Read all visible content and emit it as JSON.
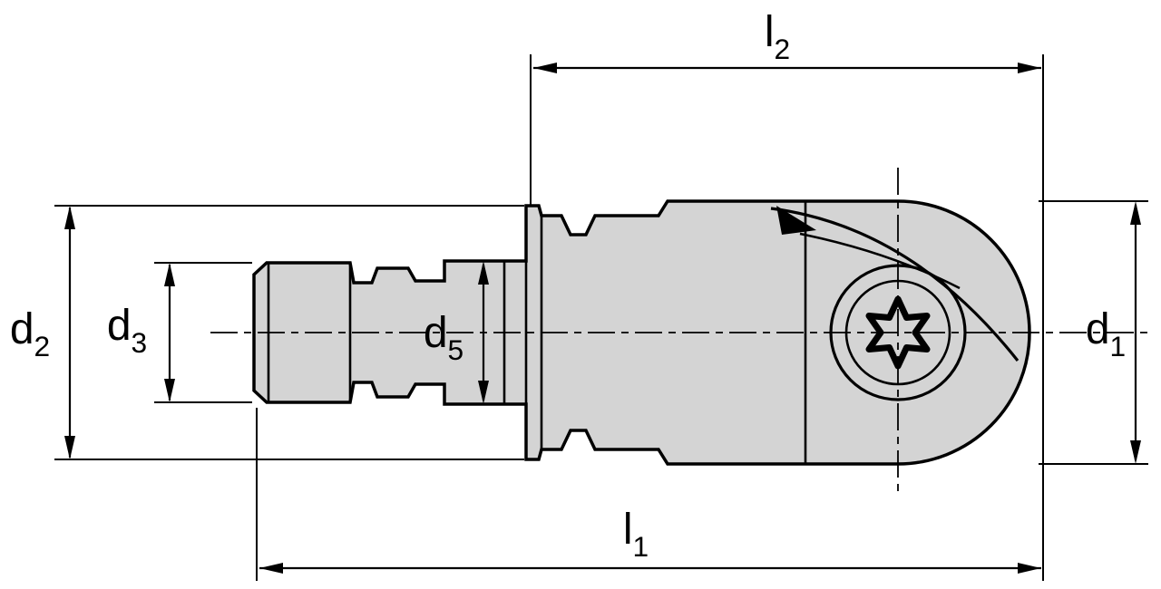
{
  "labels": {
    "l2": {
      "base": "l",
      "sub": "2"
    },
    "l1": {
      "base": "l",
      "sub": "1"
    },
    "d2": {
      "base": "d",
      "sub": "2"
    },
    "d3": {
      "base": "d",
      "sub": "3"
    },
    "d5": {
      "base": "d",
      "sub": "5"
    },
    "d1": {
      "base": "d",
      "sub": "1"
    }
  },
  "colors": {
    "part_fill": "#d4d4d4",
    "line": "#000000",
    "background": "#ffffff"
  }
}
